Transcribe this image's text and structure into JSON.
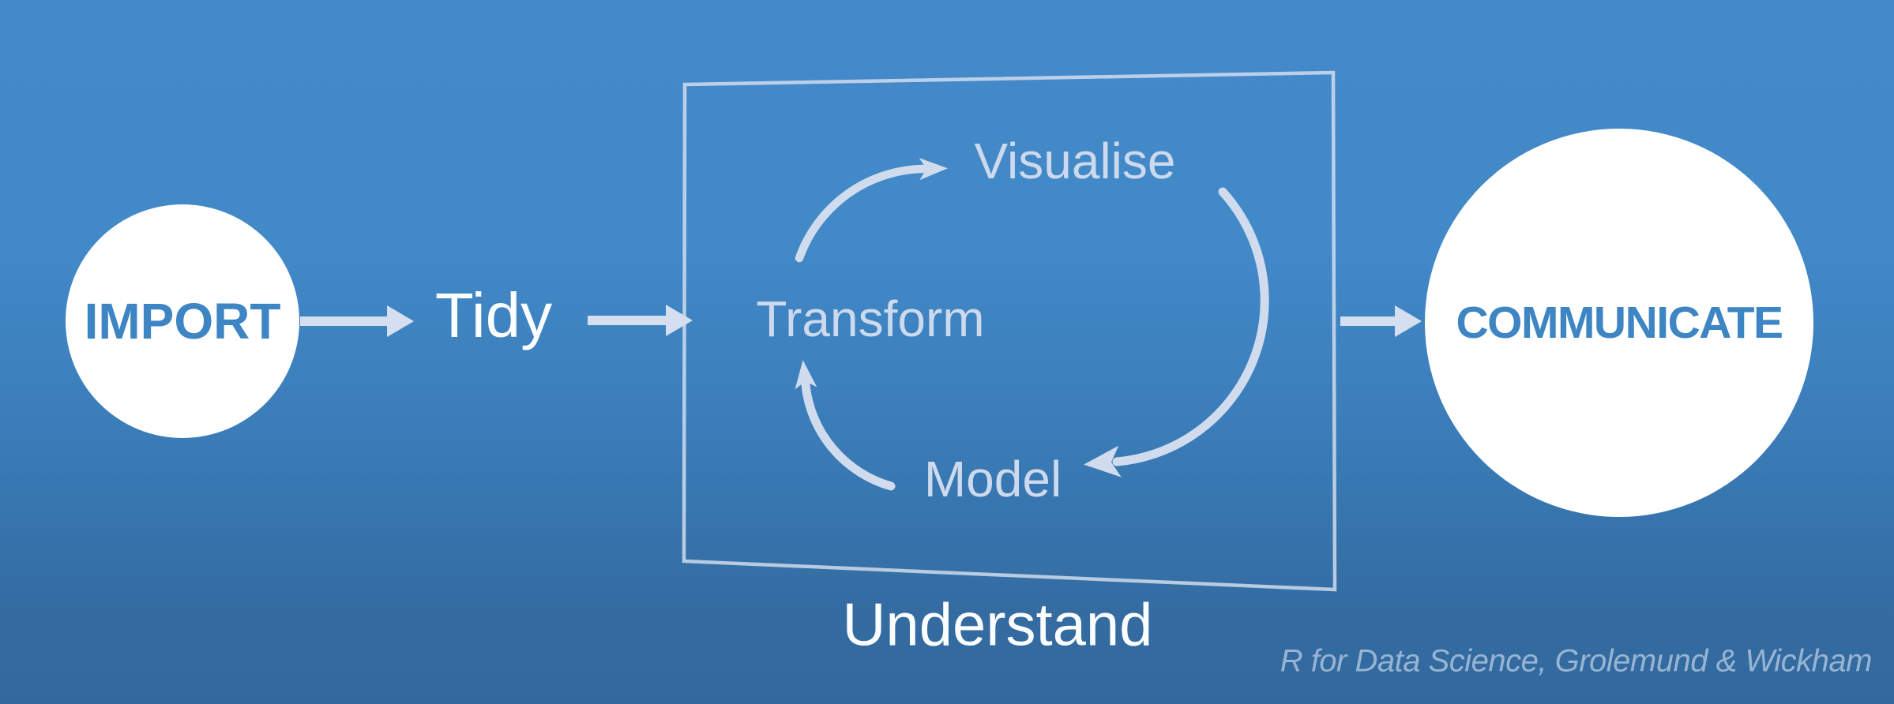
{
  "diagram": {
    "title_implicit": "Data science workflow",
    "import_label": "IMPORT",
    "tidy_label": "Tidy",
    "transform_label": "Transform",
    "visualise_label": "Visualise",
    "model_label": "Model",
    "understand_label": "Understand",
    "communicate_label": "COMMUNICATE",
    "attribution": "R for Data Science, Grolemund & Wickham",
    "arrows": [
      {
        "from": "import",
        "to": "tidy",
        "style": "straight"
      },
      {
        "from": "tidy",
        "to": "understand-box",
        "style": "straight"
      },
      {
        "from": "understand-box",
        "to": "communicate",
        "style": "straight"
      },
      {
        "from": "transform",
        "to": "visualise",
        "style": "curved"
      },
      {
        "from": "visualise",
        "to": "model",
        "style": "curved"
      },
      {
        "from": "model",
        "to": "transform",
        "style": "curved"
      }
    ]
  },
  "colors": {
    "background_top": "#4289C8",
    "background_bottom": "#32689D",
    "circle_fill": "#FFFFFF",
    "circle_text_blue": "#3E85C4",
    "arrow_light": "#D3DEEF",
    "inner_label": "#CDD9EC",
    "white_text": "#FBFDFF",
    "box_outline": "#D9E2F0",
    "attribution_text": "#9DB9D6"
  }
}
